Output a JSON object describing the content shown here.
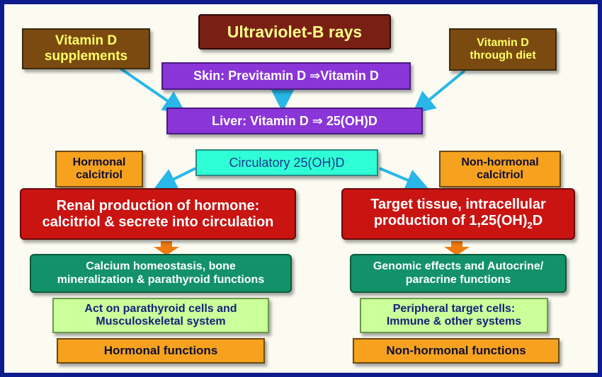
{
  "uvb": "Ultraviolet-B rays",
  "supplements": [
    "Vitamin D",
    "supplements"
  ],
  "diet": [
    "Vitamin D",
    "through diet"
  ],
  "skin": "Skin: Previtamin D ⇒Vitamin D",
  "liver": "Liver: Vitamin D ⇒ 25(OH)D",
  "circulatory": "Circulatory 25(OH)D",
  "hormonal_calcitriol": [
    "Hormonal",
    "calcitriol"
  ],
  "nonhormonal_calcitriol": [
    "Non-hormonal",
    "calcitriol"
  ],
  "renal": [
    "Renal production of hormone:",
    "calcitriol & secrete into circulation"
  ],
  "target": {
    "line1": "Target tissue, intracellular",
    "line2_pre": "production of 1,25(OH)",
    "line2_sub": "2",
    "line2_post": "D"
  },
  "calcium": [
    "Calcium homeostasis, bone",
    "mineralization & parathyroid functions"
  ],
  "genomic": [
    "Genomic effects and Autocrine/",
    "paracrine functions"
  ],
  "parathyroid": [
    "Act on parathyroid cells and",
    "Musculoskeletal system"
  ],
  "peripheral": [
    "Peripheral target cells:",
    "Immune & other systems"
  ],
  "hormonal_functions": "Hormonal functions",
  "nonhormonal_functions": "Non-hormonal functions",
  "colors": {
    "background_border": "#0d1b8c",
    "arrow_blue": "#29b6e8",
    "arrow_orange": "#f07a10"
  }
}
